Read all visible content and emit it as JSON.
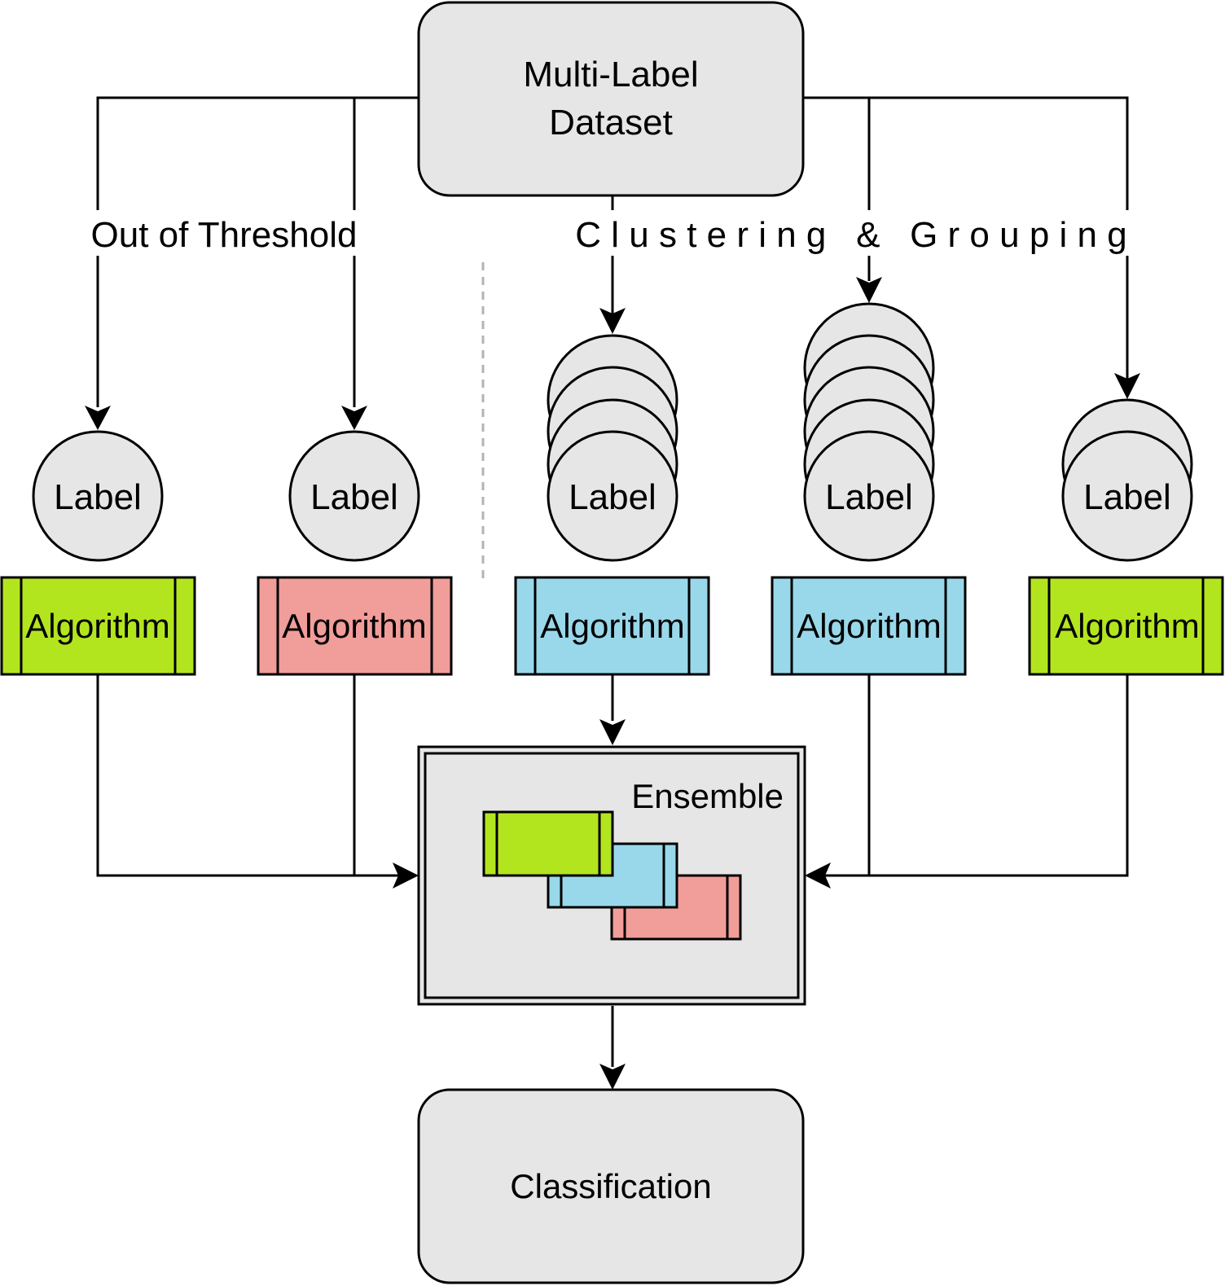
{
  "nodes": {
    "dataset": {
      "line1": "Multi-Label",
      "line2": "Dataset"
    },
    "classification": {
      "label": "Classification"
    },
    "ensemble": {
      "label": "Ensemble"
    }
  },
  "groups": {
    "threshold": "Out of Threshold",
    "clustering": "C l u s t e r i n g   &   G r o u p i n g"
  },
  "branches": [
    {
      "label": "Label",
      "algorithm": "Algorithm",
      "color": "#b3e51f"
    },
    {
      "label": "Label",
      "algorithm": "Algorithm",
      "color": "#f19d9a"
    },
    {
      "label": "Label",
      "algorithm": "Algorithm",
      "color": "#99d8ea"
    },
    {
      "label": "Label",
      "algorithm": "Algorithm",
      "color": "#99d8ea"
    },
    {
      "label": "Label",
      "algorithm": "Algorithm",
      "color": "#b3e51f"
    }
  ],
  "colors": {
    "node_fill": "#e6e6e6",
    "green": "#b3e51f",
    "blue": "#99d8ea",
    "red": "#f19d9a",
    "divider": "#b3b3b3"
  }
}
